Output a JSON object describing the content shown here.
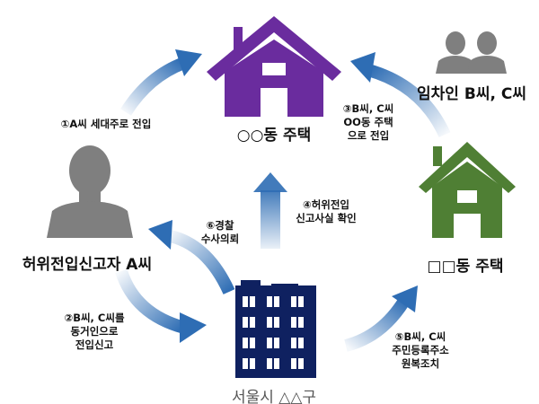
{
  "nodes": {
    "oo_house": {
      "label": "○○동 주택",
      "color": "#6a2c9e"
    },
    "ㅁㅁ_house": {
      "label": "□□동 주택",
      "color": "#4f7f34"
    },
    "false_reporter": {
      "label": "허위전입신고자 A씨",
      "color": "#7f7f7f"
    },
    "tenants": {
      "label": "임차인 B씨, C씨",
      "color": "#7f7f7f"
    },
    "district_office": {
      "label": "서울시 △△구",
      "color": "#0f2160"
    }
  },
  "steps": {
    "s1": [
      "①A씨 세대주로 전입"
    ],
    "s2": [
      "②B씨, C씨를",
      "동거인으로",
      "전입신고"
    ],
    "s3": [
      "③B씨, C씨",
      "OO동 주택",
      "으로 전입"
    ],
    "s4": [
      "④허위전입",
      "신고사실 확인"
    ],
    "s5": [
      "⑤B씨, C씨",
      "주민등록주소",
      "원복조치"
    ],
    "s6": [
      "⑥경찰",
      "수사의뢰"
    ]
  },
  "arrow_color": "#2e6db4"
}
